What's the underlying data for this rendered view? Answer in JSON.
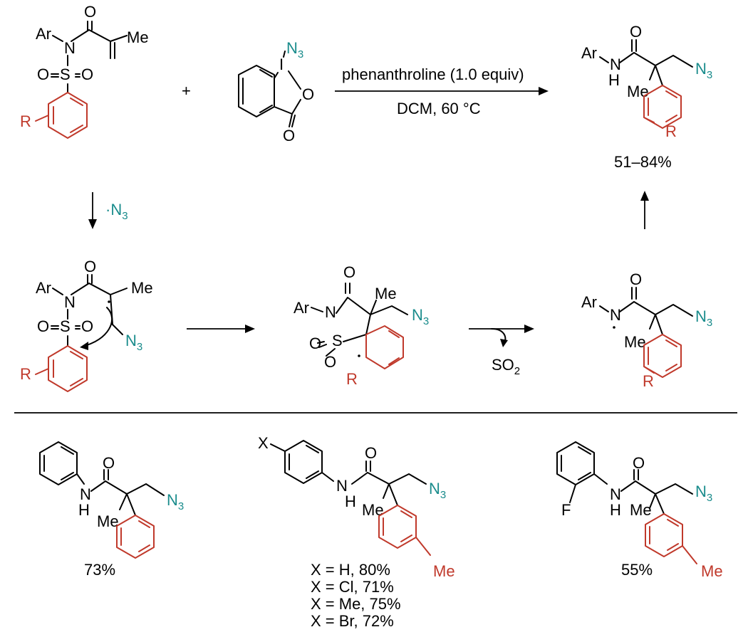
{
  "labels": {
    "ar": "Ar",
    "n": "N",
    "o": "O",
    "s": "S",
    "h": "H",
    "me": "Me",
    "r": "R",
    "i": "I",
    "f": "F",
    "x": "X",
    "n3_main": "N",
    "n3_sub": "3",
    "plus": "+",
    "dot_n3": "·N",
    "so2_main": "SO",
    "so2_sub": "2"
  },
  "conditions": {
    "reagent": "phenanthroline (1.0 equiv)",
    "solvent_temp": "DCM, 60 °C"
  },
  "yields": {
    "overall": "51–84%",
    "ex1": "73%",
    "ex2_lines": [
      "X = H, 80%",
      "X = Cl, 71%",
      "X = Me, 75%",
      "X = Br, 72%"
    ],
    "ex3": "55%"
  },
  "colors": {
    "teal": "#1a8c8c",
    "red": "#c0392b",
    "black": "#000000"
  }
}
